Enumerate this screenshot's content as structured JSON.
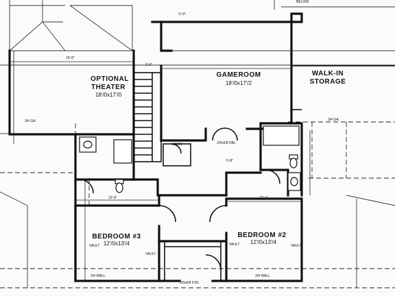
{
  "rooms": {
    "theater_name": "OPTIONAL",
    "theater_name2": "THEATER",
    "theater_size": "18'/0x17'/0",
    "gameroom_name": "GAMEROOM",
    "gameroom_size": "18'/0x17'/2",
    "storage_name": "WALK-IN",
    "storage_name2": "STORAGE",
    "bed3_name": "BEDROOM #3",
    "bed3_size": "12'/0x13'/4",
    "bed2_name": "BEDROOM #2",
    "bed2_size": "12'/0x13'/4",
    "linen_name": "LINEN"
  },
  "notes": {
    "vault_left": "VAULT",
    "vault_mid1": "VAULT",
    "vault_mid2": "VAULT",
    "vault_right": "VAULT",
    "gameroom_dbl": "2/6x6/8 DBL",
    "ga_left": "3/4 GA.",
    "ga_right": "3/4 GA.",
    "vip": "V.I.P.",
    "below": "BELOW",
    "fixed": "2/6x6/8 FXD",
    "wall_left": "3/4 WALL",
    "wall_right": "3/4 WALL",
    "dim_a": "16'-8\"",
    "dim_b": "12'-8\"",
    "dim_c": "12'-4\"",
    "dim_d": "2'-6\"",
    "dim_e": "5'-8\""
  }
}
